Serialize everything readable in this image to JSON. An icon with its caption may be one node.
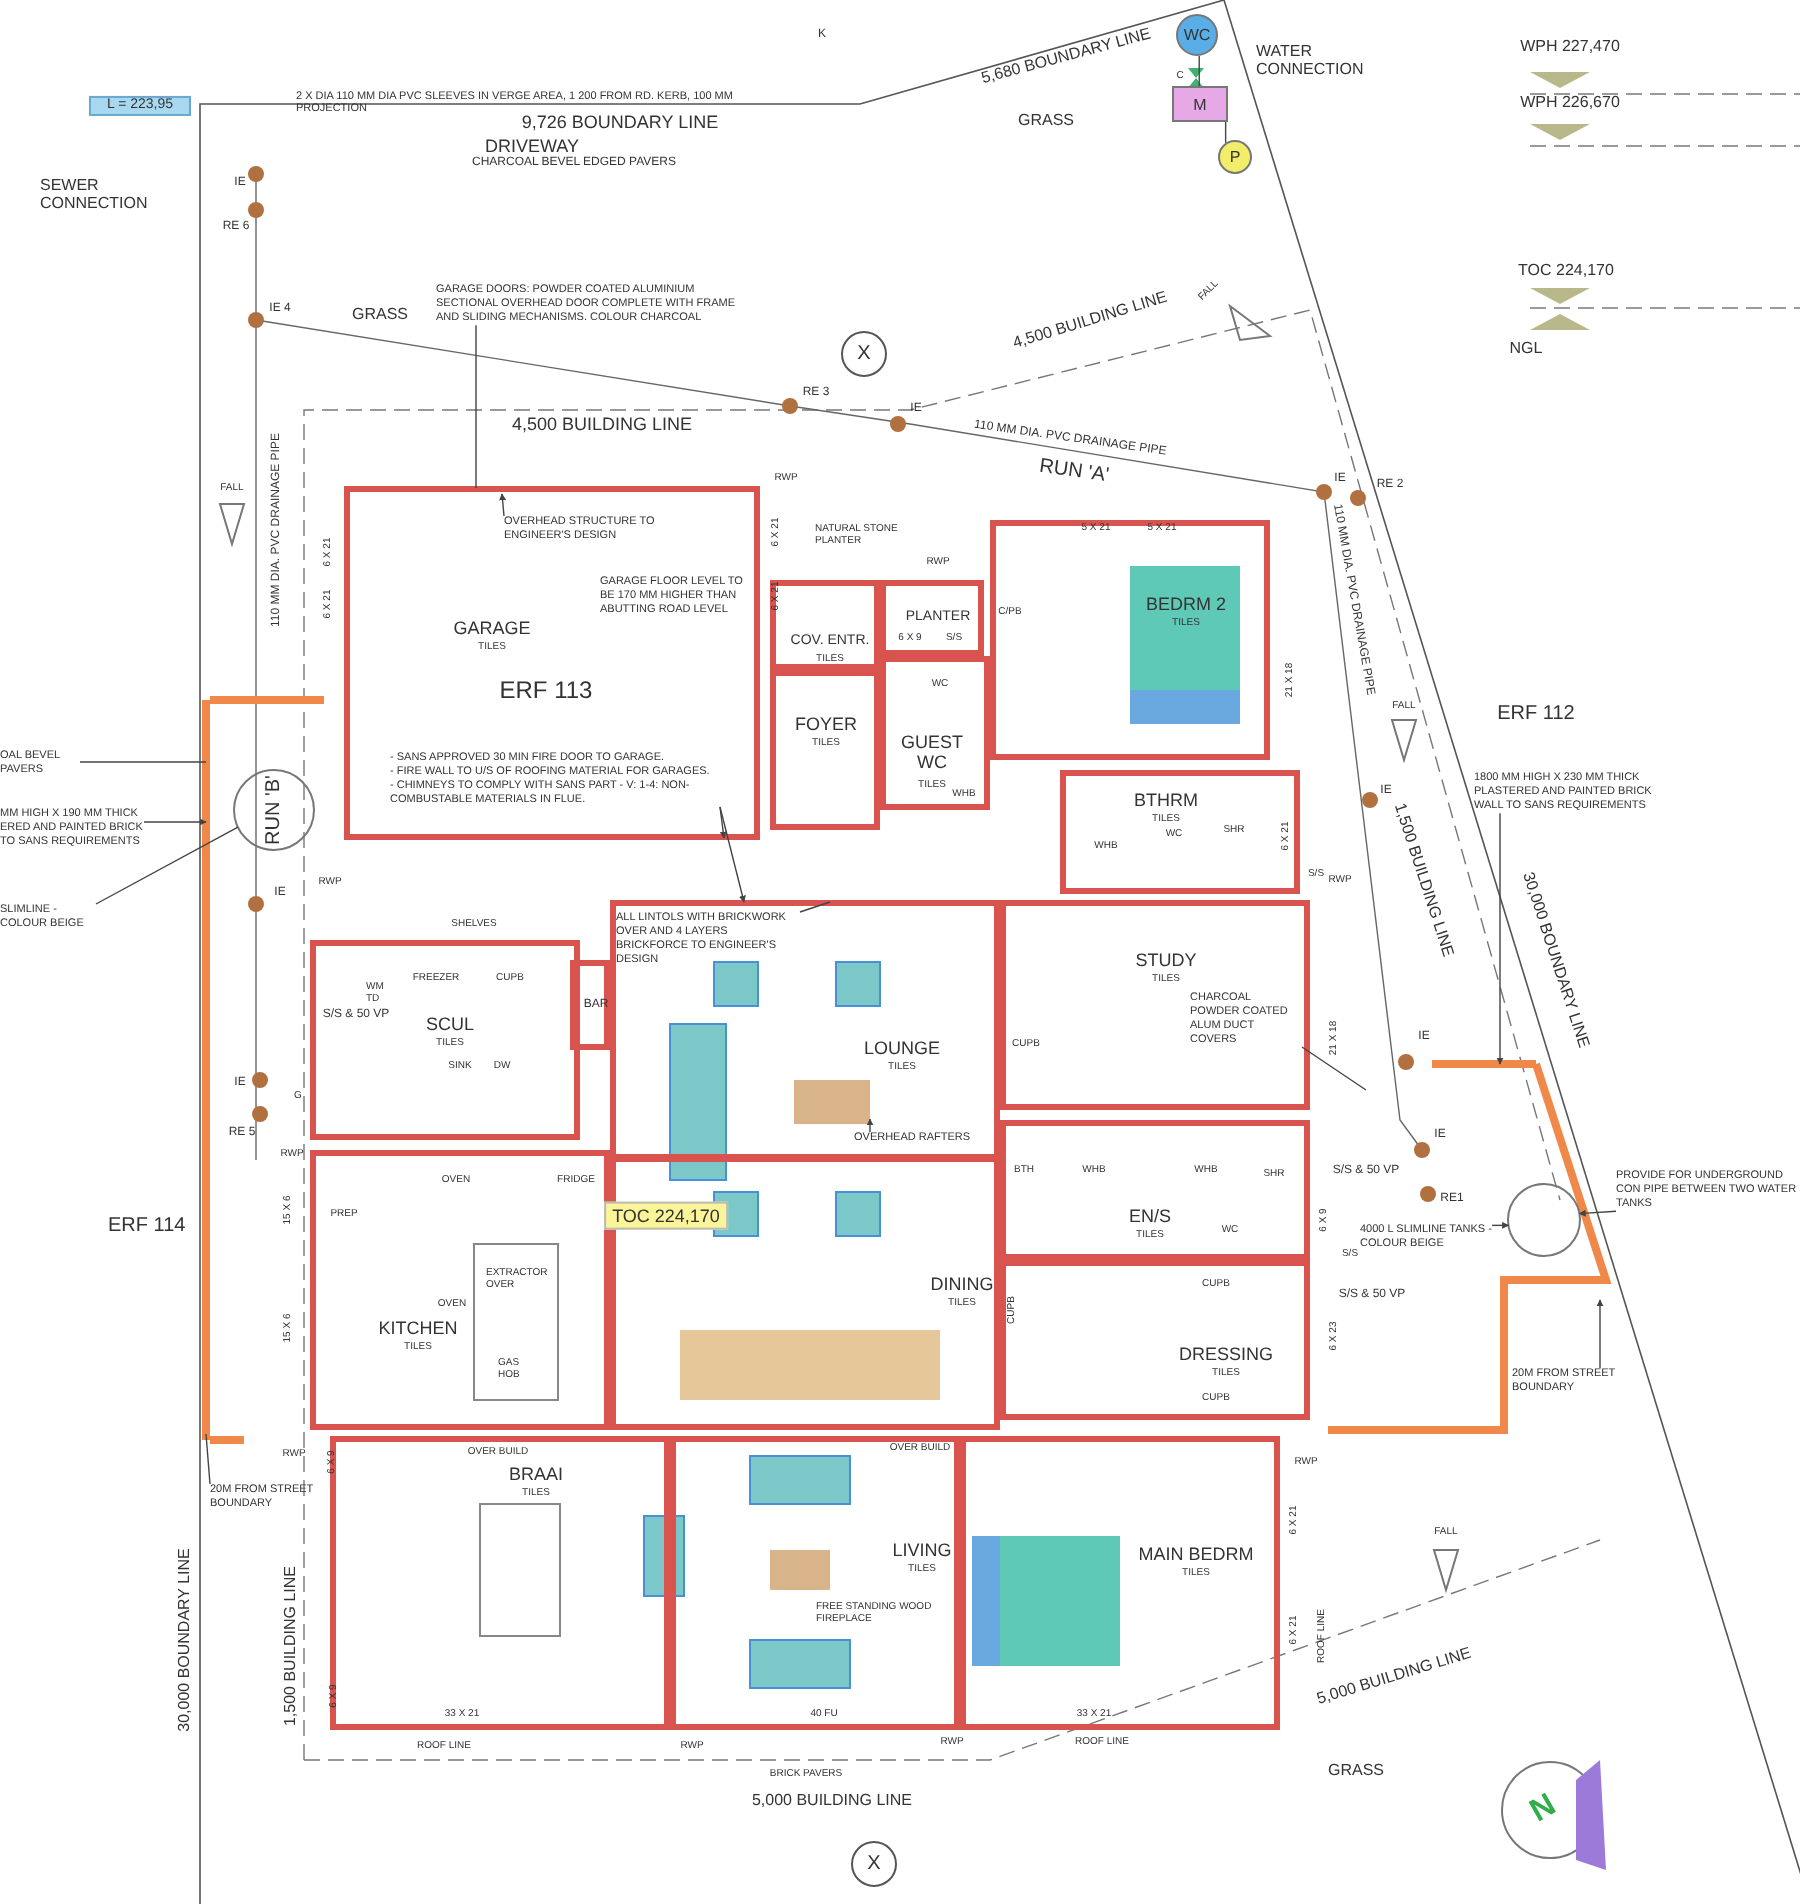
{
  "diagram": {
    "nodes": [
      {
        "text": [
          "GARAGE",
          "TILES"
        ]
      },
      {
        "text": [
          "COV. ENTR.",
          "TILES"
        ]
      },
      {
        "text": [
          "PLANTER"
        ]
      },
      {
        "text": [
          "BEDRM 2",
          "TILES"
        ]
      },
      {
        "text": [
          "FOYER",
          "TILES"
        ]
      },
      {
        "text": [
          "GUEST WC",
          "TILES"
        ]
      },
      {
        "text": [
          "BTHRM",
          "TILES"
        ]
      },
      {
        "text": [
          "SCUL",
          "TILES"
        ]
      },
      {
        "text": [
          "BAR"
        ]
      },
      {
        "text": [
          "LOUNGE",
          "TILES"
        ]
      },
      {
        "text": [
          "STUDY",
          "TILES"
        ]
      },
      {
        "text": [
          "EN/S",
          "TILES"
        ]
      },
      {
        "text": [
          "KITCHEN",
          "TILES"
        ]
      },
      {
        "text": [
          "DINING",
          "TILES"
        ]
      },
      {
        "text": [
          "DRESSING",
          "TILES"
        ]
      },
      {
        "text": [
          "BRAAI",
          "TILES"
        ]
      },
      {
        "text": [
          "LIVING",
          "TILES"
        ]
      },
      {
        "text": [
          "MAIN BEDRM",
          "TILES"
        ]
      },
      {
        "text": [
          "GARAGE DOORS: POWDER COATED ALUMINIUM SECTIONAL OVERHEAD DOOR COMPLETE WITH FRAME AND SLIDING MECHANISMS. COLOUR CHARCOAL"
        ]
      },
      {
        "text": [
          "OVERHEAD STRUCTURE TO ENGINEER'S DESIGN"
        ],
        "in": 0
      },
      {
        "text": [
          "GARAGE FLOOR LEVEL TO BE 170 MM HIGHER THAN ABUTTING ROAD LEVEL"
        ],
        "in": 0
      },
      {
        "text": [
          "- SANS APPROVED 30 MIN FIRE DOOR TO GARAGE.",
          "- FIRE WALL TO U/S OF ROOFING MATERIAL FOR GARAGES.",
          "- CHIMNEYS TO COMPLY WITH SANS PART - V: 1-4: NON-COMBUSTABLE MATERIALS IN FLUE."
        ],
        "in": 0
      },
      {
        "text": [
          "ALL LINTOLS WITH BRICKWORK OVER AND 4 LAYERS BRICKFORCE TO ENGINEER'S DESIGN"
        ],
        "in": 9
      },
      {
        "text": [
          "OVERHEAD RAFTERS"
        ],
        "in": 9
      },
      {
        "text": [
          "CHARCOAL POWDER COATED ALUM DUCT COVERS"
        ],
        "in": 10
      },
      {
        "text": [
          "1800 MM HIGH X 230 MM THICK PLASTERED AND PAINTED BRICK WALL TO SANS REQUIREMENTS"
        ]
      },
      {
        "text": [
          "PROVIDE FOR UNDERGROUND CON PIPE BETWEEN TWO WATER TANKS"
        ]
      },
      {
        "text": [
          "4000 L SLIMLINE TANKS - COLOUR BEIGE"
        ]
      },
      {
        "text": [
          "20M FROM STREET BOUNDARY"
        ]
      },
      {
        "text": [
          "20M FROM STREET BOUNDARY"
        ]
      },
      {
        "text": [
          "OAL BEVEL PAVERS"
        ]
      },
      {
        "text": [
          "MM HIGH X 190 MM THICK ERED AND PAINTED BRICK TO SANS REQUIREMENTS"
        ]
      },
      {
        "text": [
          "SLIMLINE - COLOUR BEIGE"
        ]
      },
      {
        "text": [
          "WC"
        ]
      },
      {
        "text": [
          "M"
        ]
      },
      {
        "text": [
          "P"
        ]
      },
      {
        "text": [],
        "shape": "box",
        "in": 9
      },
      {
        "text": [],
        "shape": "bar"
      },
      {
        "text": [],
        "shape": "bar"
      },
      {
        "text": [],
        "shape": "circle"
      },
      {
        "text": [],
        "shape": "circle"
      }
    ],
    "edges": [
      {
        "from": 18,
        "to": 0,
        "arrow": "none"
      },
      {
        "from": 19,
        "to": 0,
        "arrow": "to"
      },
      {
        "from": 21,
        "to": 0,
        "arrow": "to"
      },
      {
        "from": 21,
        "to": 9,
        "arrow": "to"
      },
      {
        "from": 22,
        "to": 9,
        "arrow": "none"
      },
      {
        "from": 23,
        "to": 36,
        "arrow": "to"
      },
      {
        "from": 24,
        "to": null,
        "arrow": "none"
      },
      {
        "from": 25,
        "to": 38,
        "arrow": "to"
      },
      {
        "from": 26,
        "to": 40,
        "arrow": "to"
      },
      {
        "from": 27,
        "to": 40,
        "arrow": "to"
      },
      {
        "from": 28,
        "to": 37,
        "arrow": "none"
      },
      {
        "from": 29,
        "to": null,
        "arrow": "to"
      },
      {
        "from": 30,
        "to": 37,
        "arrow": "none"
      },
      {
        "from": 31,
        "to": 37,
        "arrow": "to"
      },
      {
        "from": 32,
        "to": 39,
        "arrow": "none"
      },
      {
        "from": 33,
        "to": 34,
        "arrow": "none"
      },
      {
        "from": 34,
        "to": 35,
        "arrow": "none"
      }
    ],
    "labels": [
      "2 X DIA 110 MM DIA PVC SLEEVES IN VERGE AREA, 1 200 FROM RD. KERB, 100 MM PROJECTION",
      "L = 223,95",
      "9,726 BOUNDARY LINE",
      "DRIVEWAY",
      "CHARCOAL BEVEL EDGED PAVERS",
      "5,680 BOUNDARY LINE",
      "K",
      "WATER CONNECTION",
      "GRASS",
      "WPH 227,470",
      "WPH 226,670",
      "SEWER CONNECTION",
      "IE",
      "RE 6",
      "IE 4",
      "GRASS",
      "TOC 224,170",
      "NGL",
      "4,500 BUILDING LINE",
      "FALL",
      "X",
      "RE 3",
      "IE",
      "110 MM DIA. PVC DRAINAGE PIPE",
      "RUN 'A'",
      "4,500 BUILDING LINE",
      "IE",
      "RE 2",
      "RWP",
      "5 X 21",
      "5 X 21",
      "110 MM DIA. PVC DRAINAGE PIPE",
      "FALL",
      "6 X 21",
      "6 X 21",
      "6 X 21",
      "6 X 21",
      "NATURAL STONE PLANTER",
      "RWP",
      "6 X 9",
      "S/S",
      "C/PB",
      "WC",
      "WHB",
      "21 X 18",
      "110 MM DIA. PVC DRAINAGE PIPE",
      "FALL",
      "ERF 112",
      "ERF 113",
      "RUN 'B'",
      "IE",
      "RWP",
      "SHELVES",
      "WM TD",
      "FREEZER",
      "CUPB",
      "S/S & 50 VP",
      "SINK",
      "DW",
      "IE",
      "RE 5",
      "RWP",
      "G",
      "OVEN",
      "FRIDGE",
      "PREP",
      "15 X 6",
      "TOC 224,170",
      "ERF 114",
      "WHB",
      "WC",
      "SHR",
      "6 X 21",
      "IE",
      "S/S",
      "RWP",
      "1,500 BUILDING LINE",
      "30,000 BOUNDARY LINE",
      "CUPB",
      "21 X 18",
      "IE",
      "BTH",
      "WHB",
      "WHB",
      "SHR",
      "WC",
      "S/S & 50 VP",
      "IE",
      "RE1",
      "S/S",
      "6 X 9",
      "EXTRACTOR OVER",
      "OVEN",
      "GAS HOB",
      "15 X 6",
      "S/S & 50 VP",
      "CUPB",
      "CUPB",
      "CUPB",
      "6 X 23",
      "OVER BUILD",
      "OVER BUILD",
      "RWP",
      "6 X 9",
      "RWP",
      "FREE STANDING WOOD FIREPLACE",
      "6 X 21",
      "6 X 21",
      "ROOF LINE",
      "FALL",
      "30,000 BOUNDARY LINE",
      "1,500 BUILDING LINE",
      "6 X 9",
      "33 X 21",
      "40 FU",
      "33 X 21",
      "ROOF LINE",
      "RWP",
      "RWP",
      "ROOF LINE",
      "BRICK PAVERS",
      "5,000 BUILDING LINE",
      "5,000 BUILDING LINE",
      "GRASS",
      "X",
      "N",
      "C"
    ]
  }
}
